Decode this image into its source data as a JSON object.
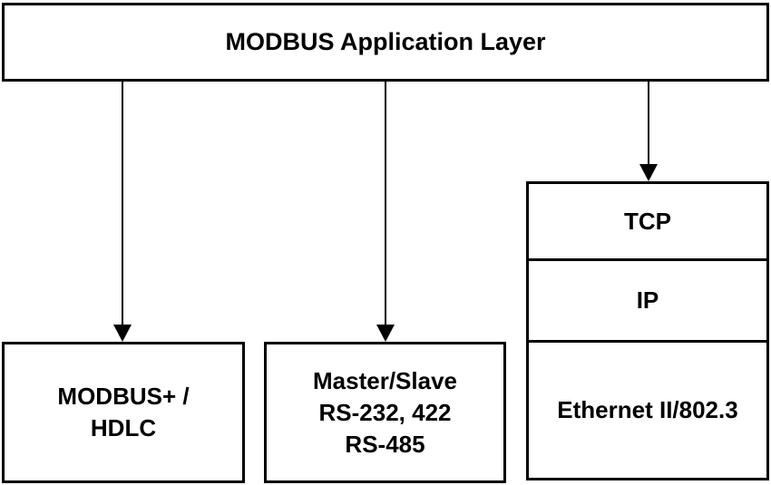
{
  "diagram": {
    "top_box": {
      "label": "MODBUS Application Layer"
    },
    "left_box": {
      "lines": [
        "MODBUS+ /",
        "HDLC"
      ]
    },
    "middle_box": {
      "lines": [
        "Master/Slave",
        "RS-232, 422",
        "RS-485"
      ]
    },
    "right_stack": {
      "tcp_label": "TCP",
      "ip_label": "IP",
      "ethernet_label": "Ethernet II/802.3"
    },
    "colors": {
      "line": "#000000",
      "background": "#ffffff",
      "text": "#000000"
    }
  }
}
